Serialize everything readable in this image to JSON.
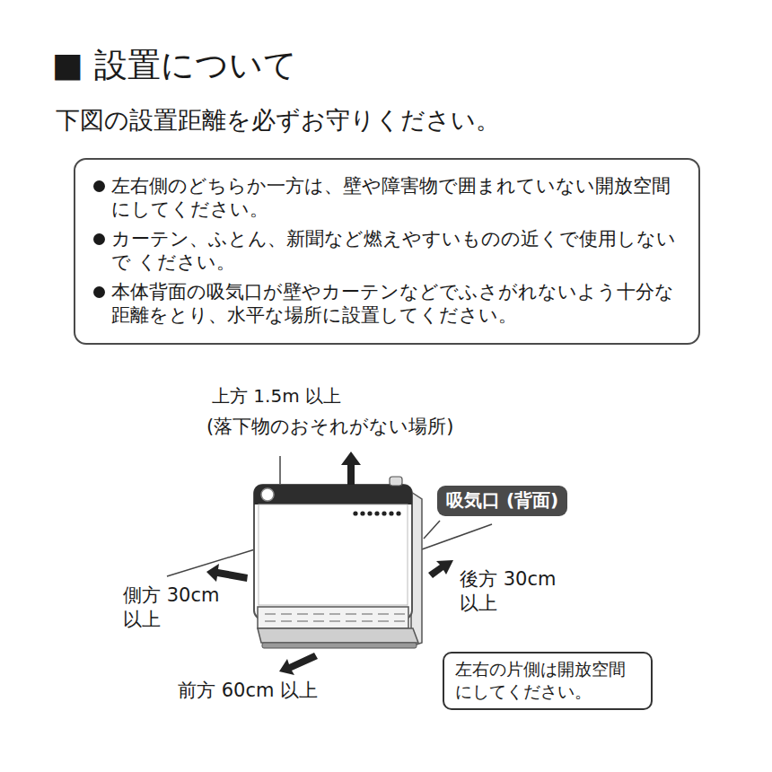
{
  "diagram": {
    "title": "■ 設置について",
    "nodes": [
      {
        "text": [
          "左右側のどちらか一方は、壁や障害物で囲まれていない開放空間 にしてください。",
          "カーテン、ふとん、新聞など燃えやすいものの近くで使用しないで ください。",
          "本体背面の吸気口が壁やカーテンなどでふさがれないよう十分な 距離をとり、水平な場所に設置してください。"
        ]
      },
      {
        "text": [
          "吸気口 (背面)"
        ]
      },
      {
        "text": [
          "左右の片側は開放空間 にしてください。"
        ]
      }
    ],
    "labels": [
      "下図の設置距離を必ずお守りください。",
      "上方 1.5m 以上",
      "(落下物のおそれがない場所)",
      "後方 30cm以上",
      "側方 30cm以上",
      "前方 60cm 以上"
    ]
  }
}
